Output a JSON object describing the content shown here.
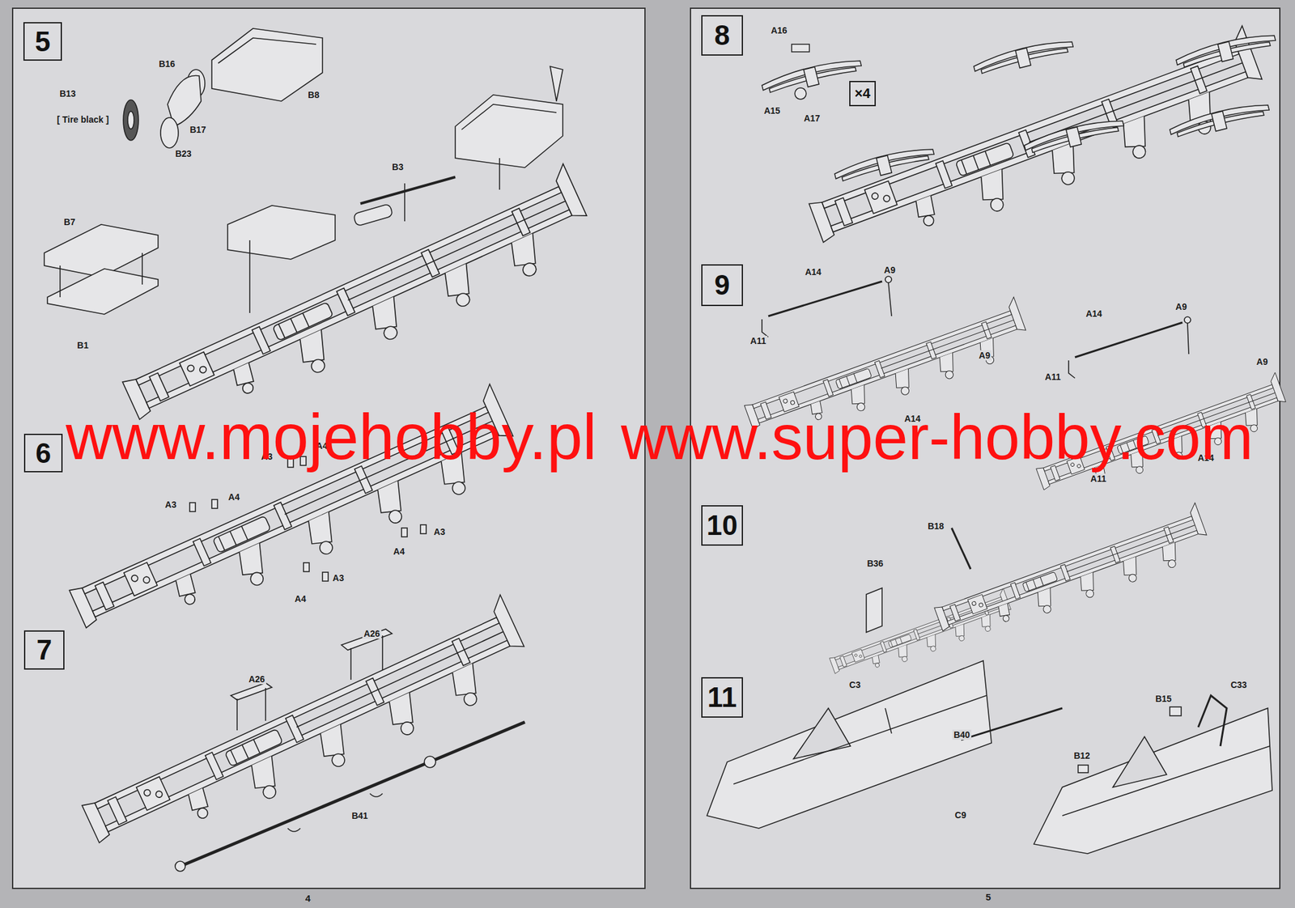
{
  "diagram": {
    "nodes": [
      {
        "text": [
          "5"
        ]
      },
      {
        "text": [
          "6"
        ]
      },
      {
        "text": [
          "7"
        ]
      },
      {
        "text": [
          "8"
        ]
      },
      {
        "text": [
          "×4"
        ]
      },
      {
        "text": [
          "9"
        ]
      },
      {
        "text": [
          "10"
        ]
      },
      {
        "text": [
          "11"
        ]
      }
    ],
    "labels": [
      "B13",
      "[ Tire black ]",
      "B16",
      "B17",
      "B23",
      "B8",
      "B3",
      "B7",
      "B1",
      "A3",
      "A4",
      "A3",
      "A4",
      "A4",
      "A3",
      "A3",
      "A4",
      "A26",
      "A26",
      "B41",
      "A16",
      "A15",
      "A17",
      "A14",
      "A9",
      "A11",
      "A9",
      "A14",
      "A14",
      "A9",
      "A11",
      "A9",
      "A11",
      "A14",
      "B18",
      "B36",
      "C3",
      "B40",
      "C9",
      "B15",
      "C33",
      "B12",
      "www.mojehobby.pl",
      "www.super-hobby.com",
      "4",
      "5"
    ]
  }
}
